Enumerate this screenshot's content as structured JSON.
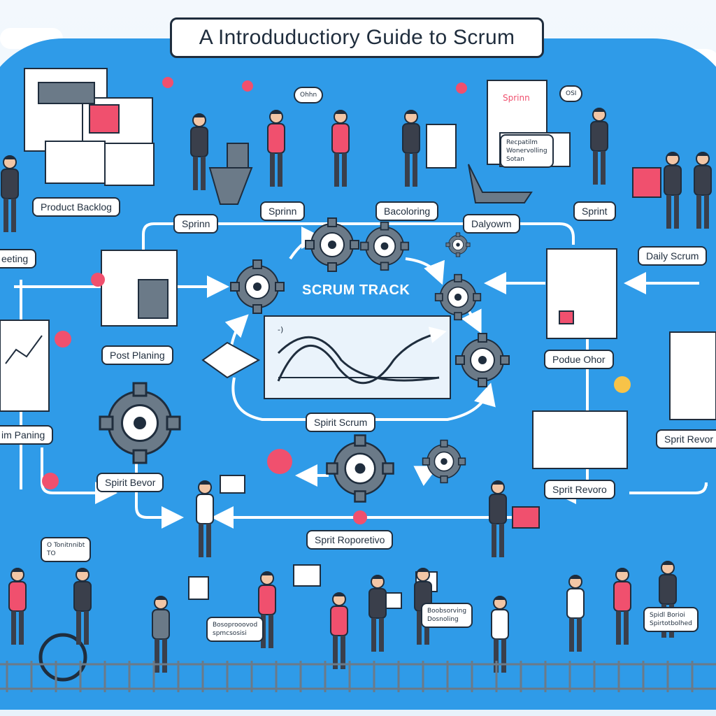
{
  "title": "A Introduductiory Guide to Scrum",
  "center_label": "SCRUM TRACK",
  "chart_label": "-)",
  "labels": {
    "product_backlog": "Product Backlog",
    "sprint_top": "Sprinn",
    "backlog_refinement": "Bacoloring",
    "sprint_top_right": "Sprint",
    "sprint_loop": "Sprinn",
    "daily_loop": "Dalyowm",
    "daily_scrum": "Daily Scrum",
    "meeting_left": "eeting",
    "post_planning": "Post Planing",
    "product_owner": "Podue Ohor",
    "planning_left": "im Paning",
    "sprint_scrum": "Spirit Scrum",
    "sprint_review_right": "Sprit Revor",
    "sprint_review_bottom": "Spirit Bevor",
    "sprint_review_mid": "Sprit Revoro",
    "sprint_retrospective": "Sprit Roporetivo"
  },
  "bubbles": {
    "bubble_oh": "Ohhn",
    "bubble_osi": "OSI",
    "board_note": [
      "Recpatilm",
      "Wonervolling",
      "Sotan"
    ],
    "board_title": "Sprinn",
    "person_left_note": [
      "O Tonitnnibt",
      "TO"
    ],
    "bottom_note_a": [
      "Bosoprooovod",
      "spmcsosisi"
    ],
    "bottom_note_b": [
      "Boobsorving",
      "Dosnoling"
    ],
    "bottom_note_c": [
      "Spidl Borioi",
      "Spirtotbolhed"
    ]
  },
  "colors": {
    "board": "#2f9be8",
    "accent": "#f0506e",
    "ink": "#1f2d3d",
    "gear": "#6b7a88",
    "paper": "#ffffff"
  }
}
